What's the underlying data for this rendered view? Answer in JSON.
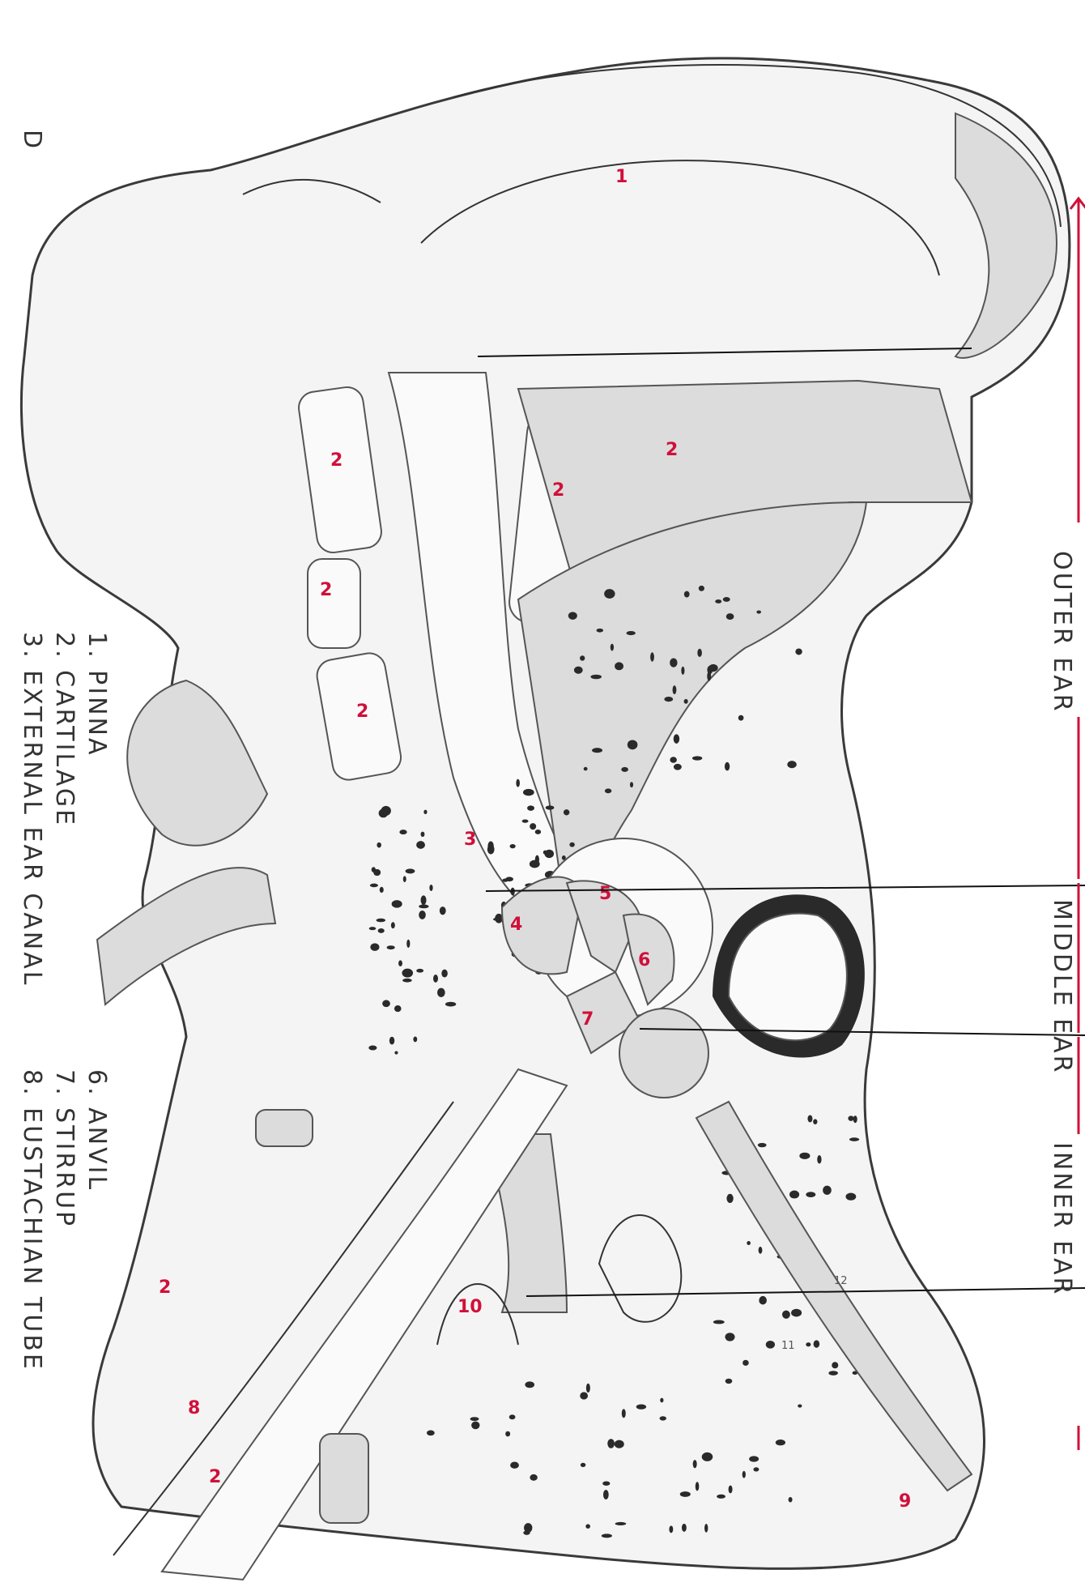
{
  "numbers": {
    "pinna": "1",
    "cartilage": "2",
    "canal": "3",
    "drum": "4",
    "hammer": "5",
    "anvil": "6",
    "stirrup": "7",
    "tube": "8",
    "nerve": "9",
    "cochlea": "10",
    "eleven": "11",
    "twelve": "12"
  },
  "sections": {
    "outer": "OUTER EAR",
    "middle": "MIDDLE EAR",
    "inner": "INNER EAR"
  },
  "legend": [
    "1. PINNA",
    "2. CARTILAGE",
    "3. EXTERNAL EAR CANAL",
    "6. ANVIL",
    "7. STIRRUP",
    "8. EUSTACHIAN TUBE"
  ],
  "corner_letter": "D",
  "colors": {
    "accent": "#d0103a",
    "ink": "#333333"
  }
}
